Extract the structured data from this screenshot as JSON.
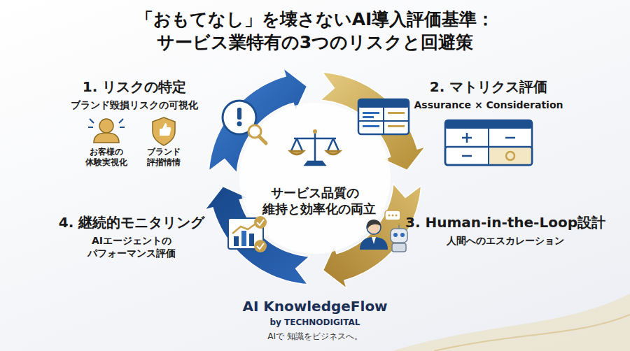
{
  "diagram": {
    "title": "「おもてなし」を壊さないAI導入評価基準： サービス業特有の3つのリスクと回避策",
    "nodes": [
      {
        "text": [
          "サービス品質の 維持と効率化の両立"
        ]
      }
    ],
    "labels": [
      "1. リスクの特定",
      "ブランド毀損リスクの可視化",
      "お客様の 体験実視化",
      "ブランド 評揩情情",
      "2. マトリクス評価",
      "Assurance × Consideration",
      "3. Human-in-the-Loop設計",
      "人間へのエスカレーション",
      "4. 継続的モニタリング",
      "AIエージェントの パフォーマンス評価",
      "AI KnowledgeFlow",
      "by TECHNODIGITAL",
      "AIで 知識をビジネスへ。"
    ]
  }
}
